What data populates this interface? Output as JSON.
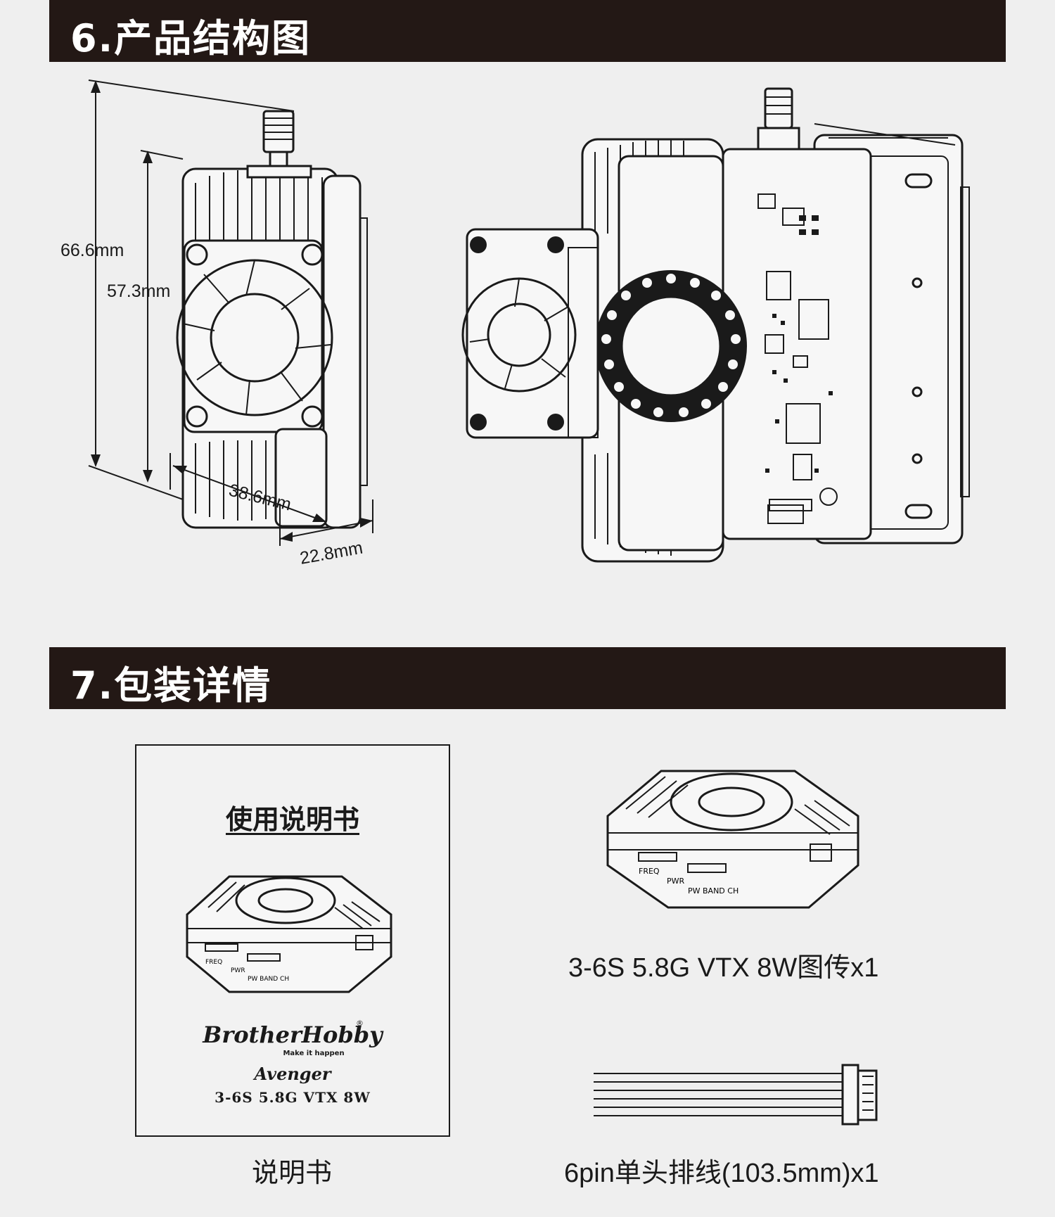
{
  "section6": {
    "title": "6.产品结构图"
  },
  "dimensions": {
    "height_total": "66.6mm",
    "height_body": "57.3mm",
    "width": "38.6mm",
    "depth": "22.8mm"
  },
  "section7": {
    "title": "7.包装详情"
  },
  "manual": {
    "cover_title": "使用说明书",
    "brand": "BrotherHobby",
    "registered": "®",
    "tagline": "Make it happen",
    "model": "Avenger",
    "spec": "3-6S 5.8G VTX 8W",
    "caption": "说明书"
  },
  "device_labels": {
    "freq": "FREQ",
    "pwr": "PWR",
    "pw_band_ch": "PW BAND CH"
  },
  "items": [
    {
      "caption": "3-6S 5.8G VTX 8W图传x1"
    },
    {
      "caption": "6pin单头排线(103.5mm)x1"
    }
  ],
  "colors": {
    "banner": "#231815",
    "background": "#efefef",
    "line": "#1a1a1a"
  }
}
